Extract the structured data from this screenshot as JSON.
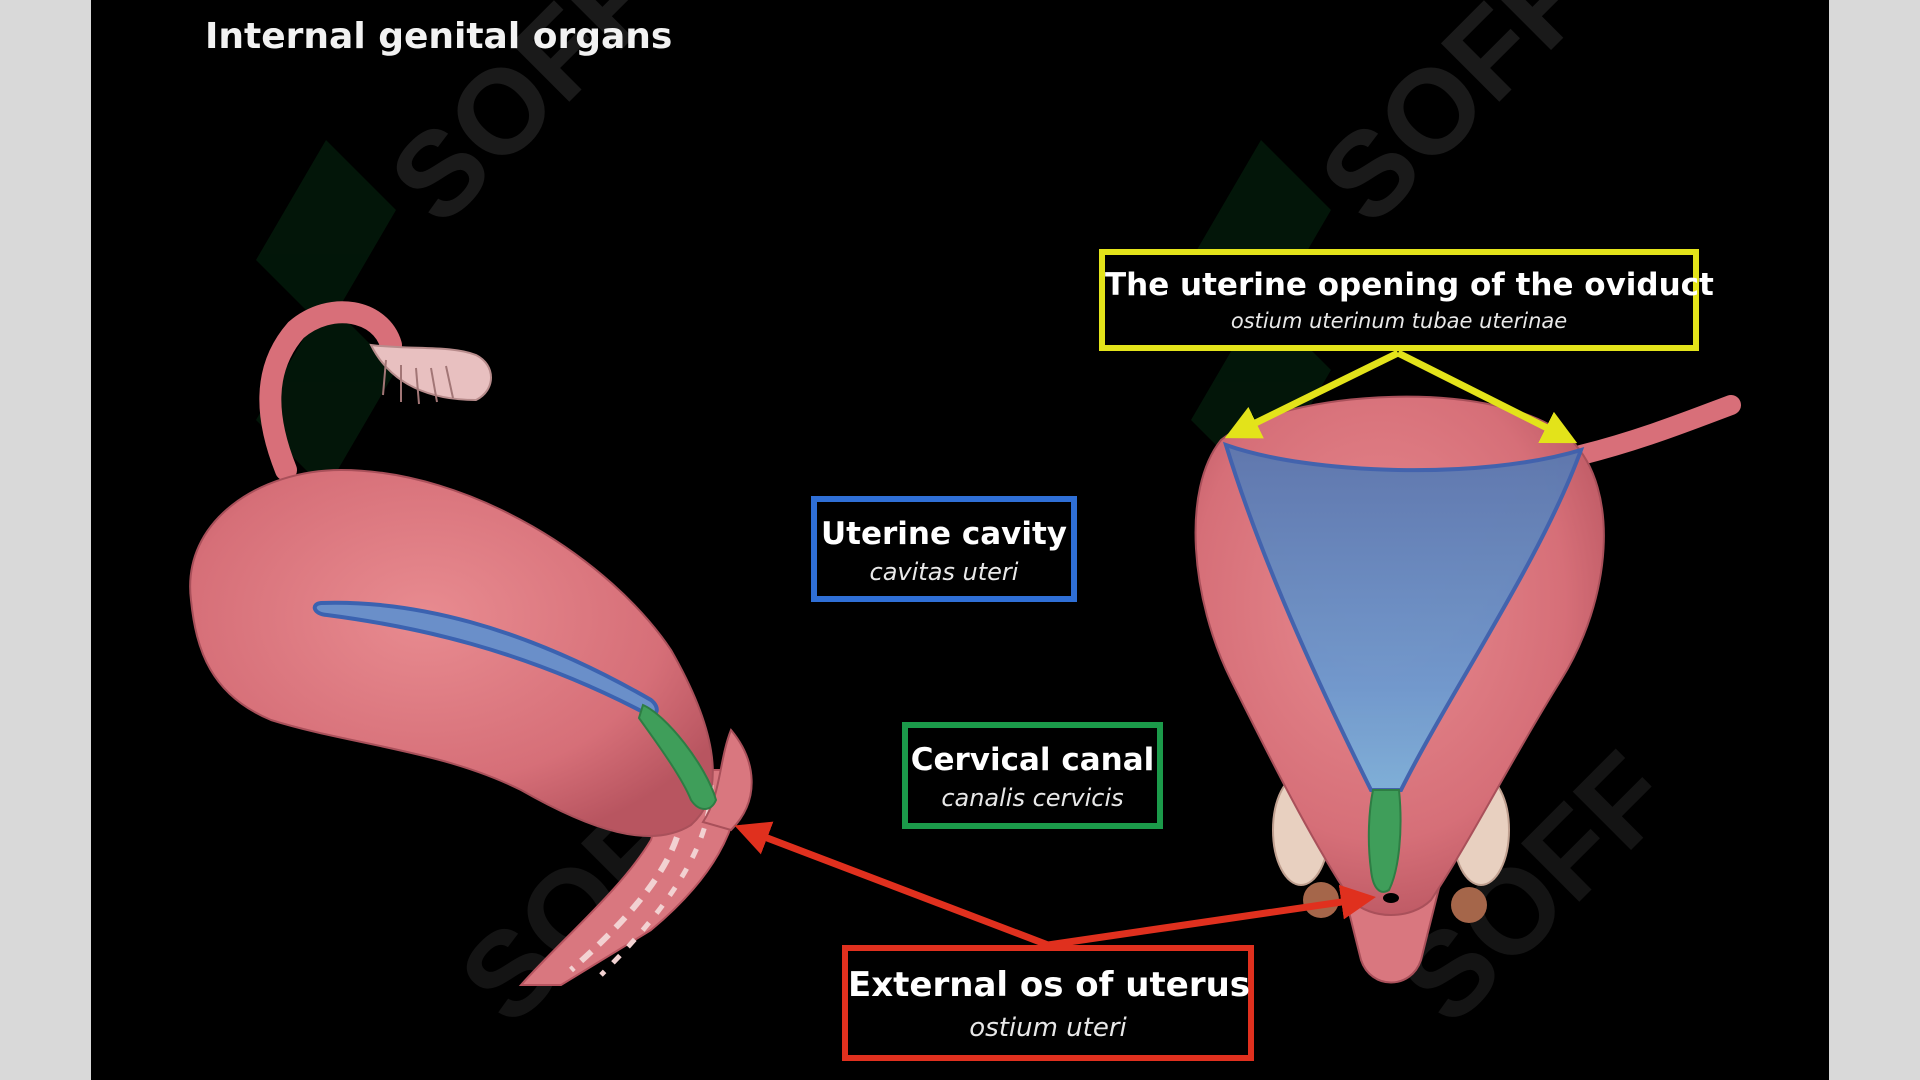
{
  "title": "Internal genital organs",
  "colors": {
    "background": "#000000",
    "frame": "#d9d9d9",
    "tissue": "#d9777f",
    "cavity": "#6a8fc9",
    "canal": "#3f9e5a",
    "oviduct_label": "#e3e31a",
    "cavity_label": "#2f6fd6",
    "cervical_label": "#1b9a4a",
    "external_label": "#e0301e"
  },
  "labels": {
    "oviduct": {
      "main": "The uterine opening of the oviduct",
      "latin": "ostium uterinum tubae uterinae"
    },
    "cavity": {
      "main": "Uterine cavity",
      "latin": "cavitas uteri"
    },
    "cervical": {
      "main": "Cervical canal",
      "latin": "canalis cervicis"
    },
    "external": {
      "main": "External os of uterus",
      "latin": "ostium uteri"
    }
  },
  "watermark": "SOFF"
}
